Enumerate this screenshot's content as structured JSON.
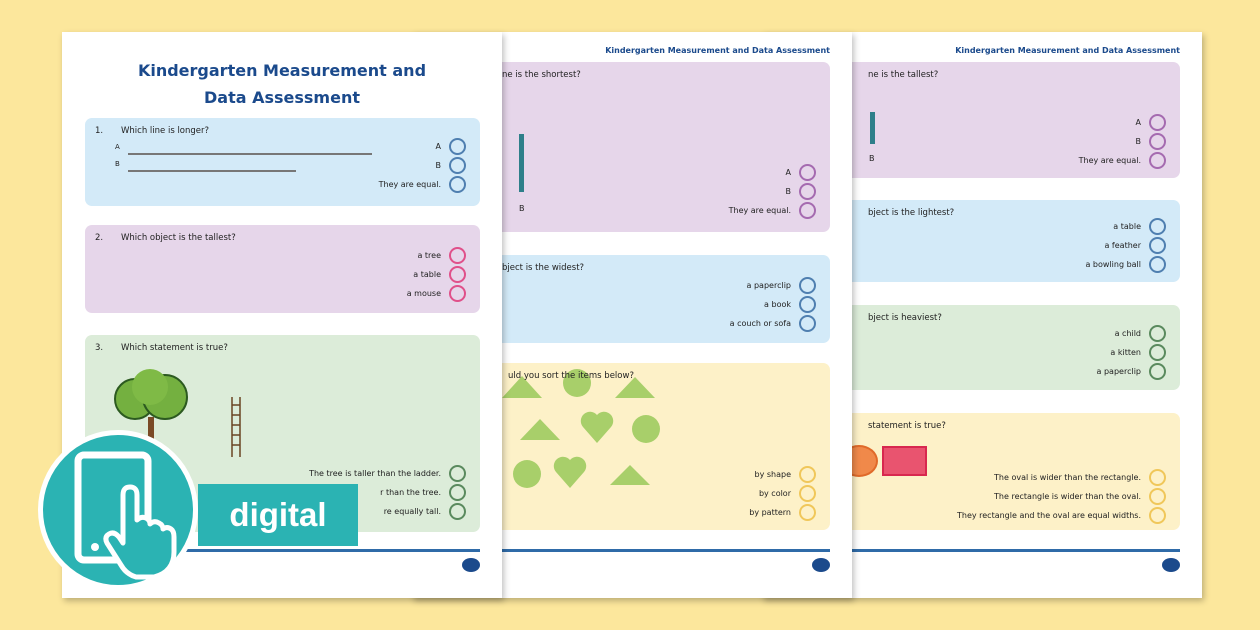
{
  "title": "Kindergarten Measurement and Data Assessment",
  "title_lines": [
    "Kindergarten Measurement and",
    "Data Assessment"
  ],
  "badge": {
    "label": "digital",
    "icon": "tablet-tap-icon",
    "color": "#2bb3b3"
  },
  "colors": {
    "background": "#fce79c",
    "blue": "#d3eaf8",
    "purple": "#e6d6ea",
    "green": "#dcecd9",
    "yellow": "#fdf1c8",
    "title": "#1b4a8c"
  },
  "page1": {
    "q1": {
      "number": "1.",
      "text": "Which line is longer?",
      "line_labels": [
        "A",
        "B"
      ],
      "options": [
        "A",
        "B",
        "They are equal."
      ]
    },
    "q2": {
      "number": "2.",
      "text": "Which object is the tallest?",
      "options": [
        "a tree",
        "a table",
        "a mouse"
      ]
    },
    "q3": {
      "number": "3.",
      "text": "Which statement is true?",
      "options": [
        "The tree is taller than the ladder.",
        "r than the tree.",
        "re equally tall."
      ]
    }
  },
  "page2": {
    "header": "Kindergarten Measurement and Data Assessment",
    "q1": {
      "text": "ne is the shortest?",
      "bar_label": "B",
      "options": [
        "A",
        "B",
        "They are equal."
      ]
    },
    "q2": {
      "text": "bject is the widest?",
      "options": [
        "a paperclip",
        "a book",
        "a couch or sofa"
      ]
    },
    "q3": {
      "text": "uld you sort the items below?",
      "options": [
        "by shape",
        "by color",
        "by pattern"
      ]
    }
  },
  "page3": {
    "header": "Kindergarten Measurement and Data Assessment",
    "q1": {
      "text": "ne is the tallest?",
      "bar_label": "B",
      "options": [
        "A",
        "B",
        "They are equal."
      ]
    },
    "q2": {
      "text": "bject is the lightest?",
      "options": [
        "a table",
        "a feather",
        "a bowling ball"
      ]
    },
    "q3": {
      "text": "bject is heaviest?",
      "options": [
        "a child",
        "a kitten",
        "a paperclip"
      ]
    },
    "q4": {
      "text": "statement is true?",
      "options": [
        "The oval is wider than the rectangle.",
        "The rectangle is wider than the oval.",
        "They rectangle and the oval are equal widths."
      ]
    }
  }
}
